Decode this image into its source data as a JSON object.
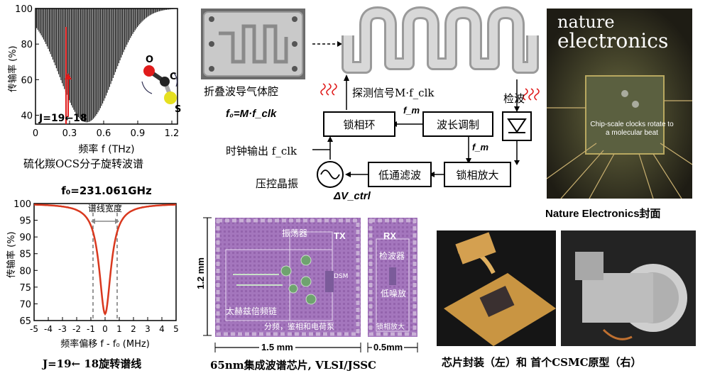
{
  "chart_data": [
    {
      "type": "bar",
      "ylabel": "传输率 (%)",
      "xlabel": "频率 f (THz)",
      "xticks": [
        "0",
        "0.3",
        "0.6",
        "0.9",
        "1.2"
      ],
      "yticks": [
        "100",
        "80",
        "60",
        "40"
      ],
      "xlim": [
        0,
        1.25
      ],
      "ylim": [
        35,
        100
      ],
      "annotation": "J=19←18",
      "molecule_labels": [
        "O",
        "C",
        "S"
      ],
      "envelope": {
        "center_thz": 0.45,
        "min_pct": 36,
        "width_thz": 0.42
      }
    },
    {
      "type": "line",
      "title": "f₀=231.061GHz",
      "ylabel": "传输率 (%)",
      "xlabel": "频率偏移 f - f₀ (MHz)",
      "xticks": [
        "-5",
        "-4",
        "-3",
        "-2",
        "-1",
        "0",
        "1",
        "2",
        "3",
        "4",
        "5"
      ],
      "yticks": [
        "100",
        "95",
        "90",
        "85",
        "80",
        "75",
        "70",
        "65"
      ],
      "xlim": [
        -5,
        5
      ],
      "ylim": [
        65,
        100
      ],
      "annotation": "谱线宽度",
      "linewidth_mhz": [
        -1,
        1
      ],
      "series": [
        {
          "min_pct": 67,
          "center": 0,
          "hwhm": 0.5,
          "color": "#d9381e"
        }
      ]
    }
  ],
  "captions": {
    "spectrum": "硫化羰OCS分子旋转波谱",
    "line": "J=19← 18旋转谱线",
    "chip": "65nm集成波谱芯片, VLSI/JSSC",
    "cover": "Nature Electronics封面",
    "packages": "芯片封装（左）和 首个CSMC原型（右）"
  },
  "diagram": {
    "waveguide_label": "折叠波导气体腔",
    "f0_formula": "f₀=M·f_clk",
    "probe_label": "探测信号M·f_clk",
    "detect_label": "检波",
    "pll": "锁相环",
    "modulation": "波长调制",
    "fm1": "f_m",
    "fm2": "f_m",
    "clock_out": "时钟输出 f_clk",
    "lpf": "低通滤波",
    "lockin": "锁相放大",
    "vco": "压控晶振",
    "vctrl": "ΔV_ctrl"
  },
  "chip": {
    "dim_h": "1.2 mm",
    "dim_w1": "1.5 mm",
    "dim_w2": "0.5mm",
    "tx": "TX",
    "rx": "RX",
    "oscillator": "振荡器",
    "dsm": "DSM",
    "thz_chain": "太赫兹倍频链",
    "divider": "分频，鉴相和电荷泵",
    "detector": "检波器",
    "lna": "低噪放",
    "lockin_amp": "锁相放大"
  },
  "cover": {
    "brand_top": "nature",
    "brand_bottom": "electronics",
    "tagline": "Chip-scale clocks rotate to a molecular beat"
  }
}
